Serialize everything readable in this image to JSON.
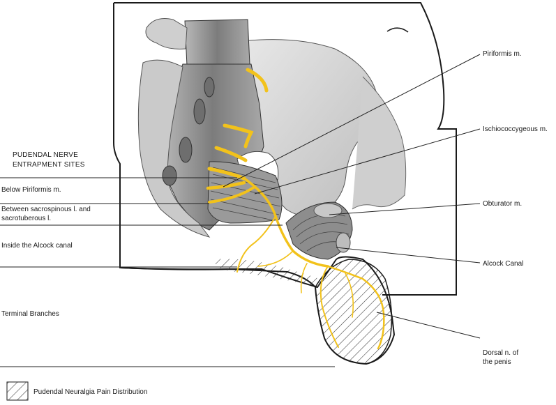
{
  "left_panel": {
    "heading_line1": "PUDENDAL NERVE",
    "heading_line2": "ENTRAPMENT SITES",
    "sites": [
      {
        "lines": [
          "Below Piriformis m."
        ]
      },
      {
        "lines": [
          "Between sacrospinous l. and",
          "sacrotuberous l."
        ]
      },
      {
        "lines": [
          "Inside the Alcock canal"
        ]
      },
      {
        "lines": [
          "Terminal Branches"
        ]
      }
    ]
  },
  "right_labels": {
    "piriformis": "Piriformis m.",
    "ischiococcygeous": "Ischiococcygeous m.",
    "obturator": "Obturator m.",
    "alcock": "Alcock Canal",
    "dorsal_line1": "Dorsal n. of",
    "dorsal_line2": "the penis"
  },
  "legend": {
    "label": "Pudendal Neuralgia Pain Distribution"
  },
  "colors": {
    "nerve": "#f2c21b",
    "bone_dark": "#8a8a8a",
    "bone_light": "#d8d8d8",
    "outline": "#1a1a1a"
  }
}
